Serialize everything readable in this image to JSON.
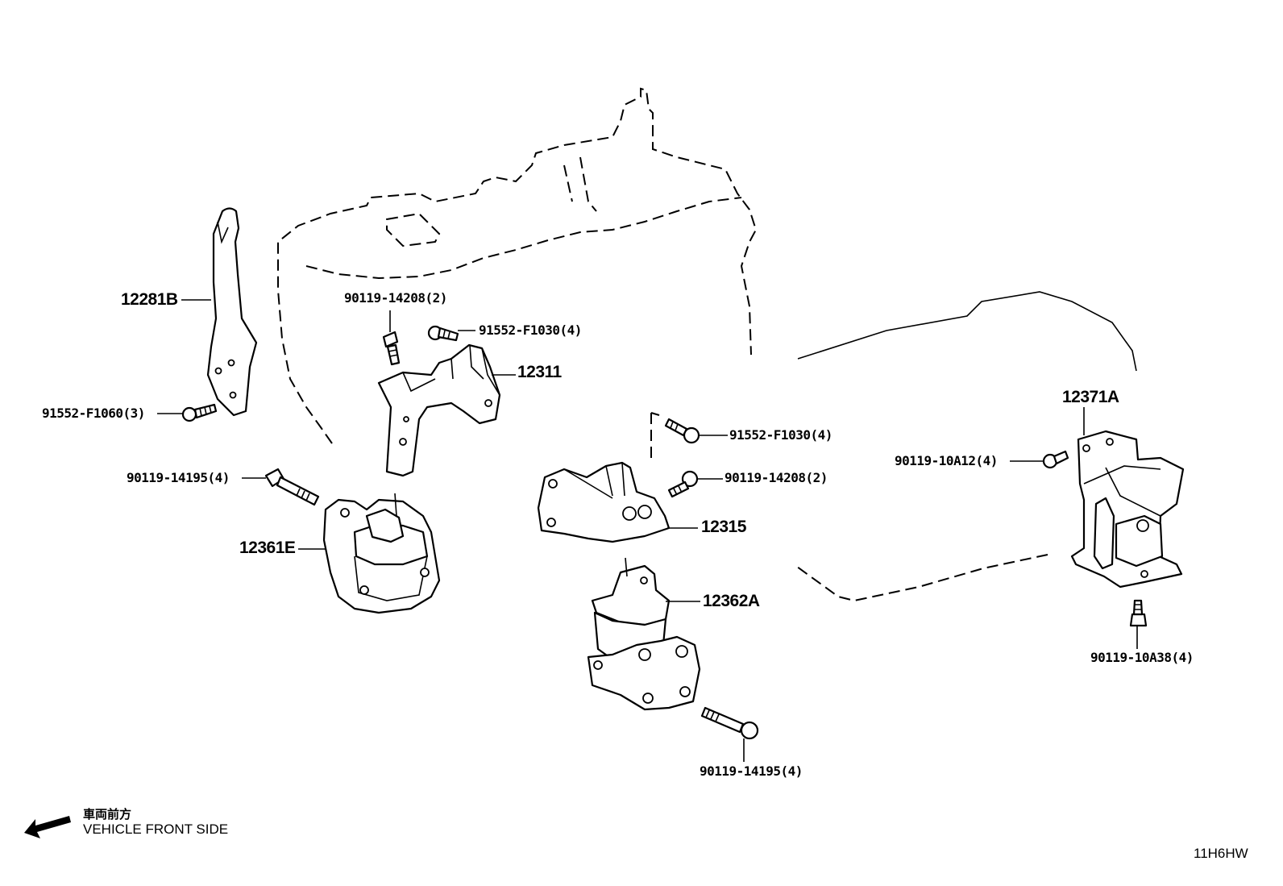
{
  "parts": {
    "p12281B": "12281B",
    "p91552_F1060": "91552-F1060(3)",
    "p90119_14208_top": "90119-14208(2)",
    "p91552_F1030_top": "91552-F1030(4)",
    "p12311": "12311",
    "p90119_14195_left": "90119-14195(4)",
    "p12361E": "12361E",
    "p91552_F1030_mid": "91552-F1030(4)",
    "p90119_14208_mid": "90119-14208(2)",
    "p12315": "12315",
    "p12362A": "12362A",
    "p90119_14195_bottom": "90119-14195(4)",
    "p12371A": "12371A",
    "p90119_10A12": "90119-10A12(4)",
    "p90119_10A38": "90119-10A38(4)"
  },
  "direction": {
    "japanese": "車両前方",
    "english": "VEHICLE FRONT SIDE"
  },
  "diagram_code": "11H6HW"
}
